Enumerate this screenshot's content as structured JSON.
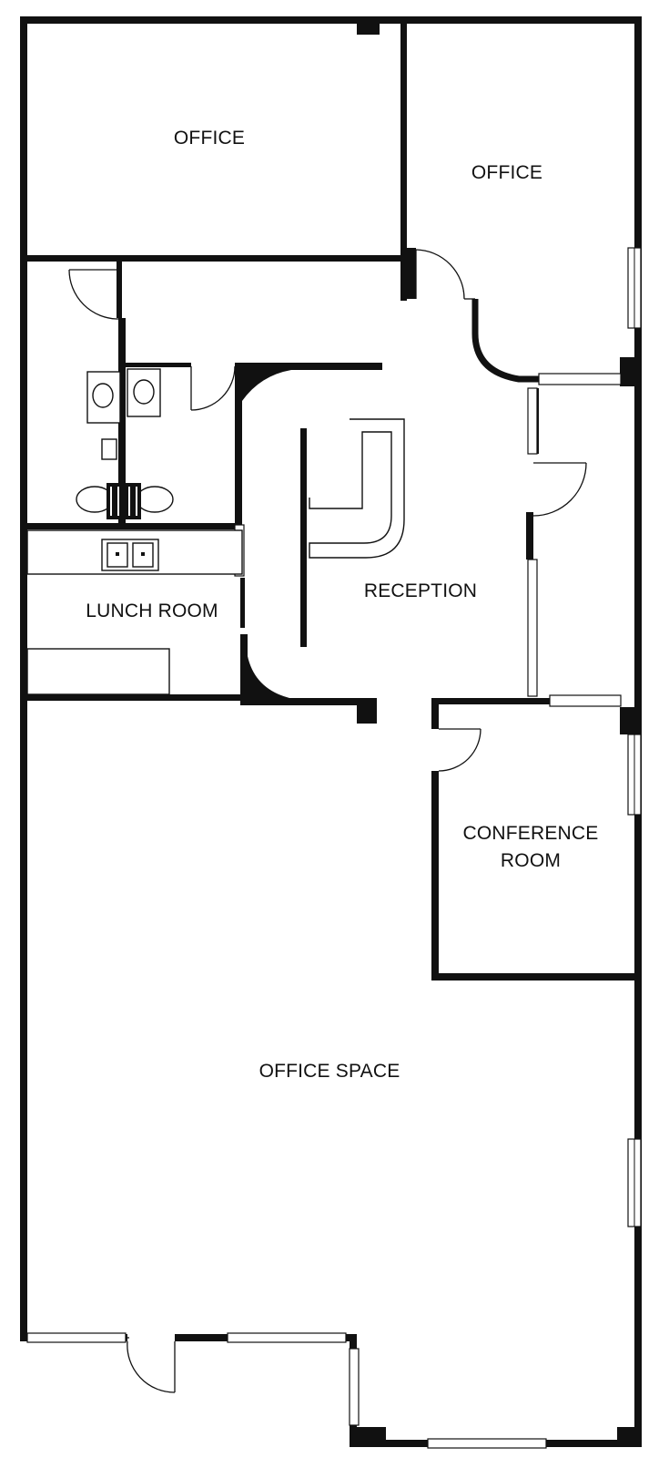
{
  "rooms": {
    "office_top_left": "OFFICE",
    "office_top_right": "OFFICE",
    "reception": "RECEPTION",
    "lunch_room": "LUNCH ROOM",
    "conference_line1": "CONFERENCE",
    "conference_line2": "ROOM",
    "office_space": "OFFICE SPACE"
  },
  "colors": {
    "ink": "#111111",
    "paper": "#ffffff"
  }
}
